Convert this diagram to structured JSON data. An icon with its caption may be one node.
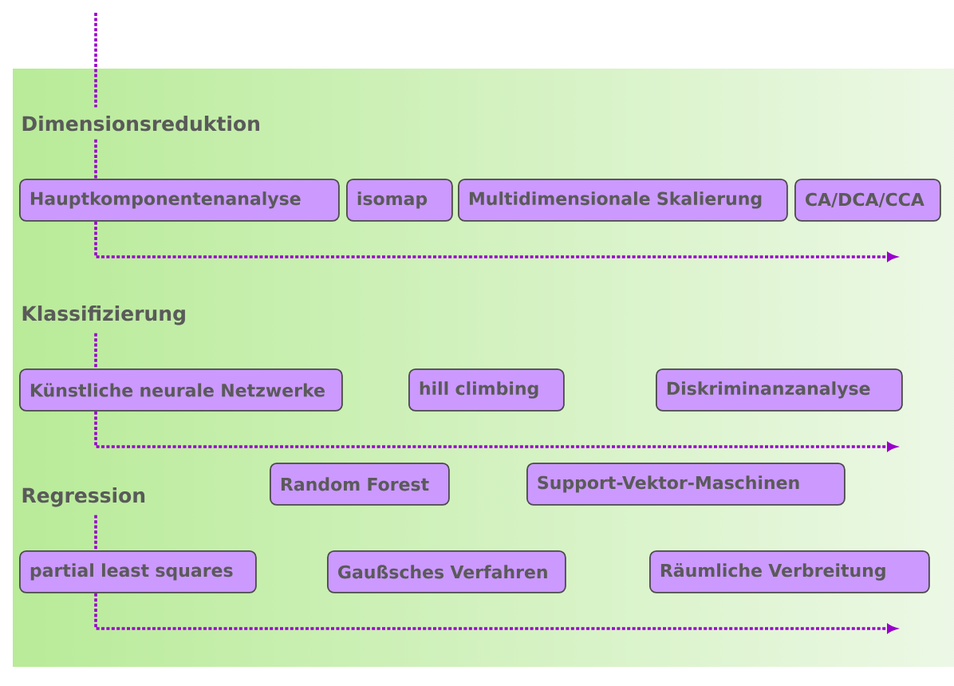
{
  "diagram": {
    "nodes": [
      {
        "text": [
          "Dimensionsreduktion"
        ]
      },
      {
        "text": [
          "Hauptkomponentenanalyse"
        ]
      },
      {
        "text": [
          "isomap"
        ]
      },
      {
        "text": [
          "Multidimensionale Skalierung"
        ]
      },
      {
        "text": [
          "CA/DCA/CCA"
        ]
      },
      {
        "text": [
          "Klassifizierung"
        ]
      },
      {
        "text": [
          "Künstliche neurale Netzwerke"
        ]
      },
      {
        "text": [
          "hill climbing"
        ]
      },
      {
        "text": [
          "Diskriminanzanalyse"
        ]
      },
      {
        "text": [
          "Random Forest"
        ]
      },
      {
        "text": [
          "Support-Vektor-Maschinen"
        ]
      },
      {
        "text": [
          "Regression"
        ]
      },
      {
        "text": [
          "partial least squares"
        ]
      },
      {
        "text": [
          "Gaußsches Verfahren"
        ]
      },
      {
        "text": [
          "Räumliche Verbreitung"
        ]
      }
    ],
    "edges": [
      {
        "from": null,
        "to": 0,
        "arrow": "none"
      },
      {
        "from": 0,
        "to": 1,
        "arrow": "none"
      },
      {
        "from": 1,
        "to": null,
        "arrow": "to"
      },
      {
        "from": 5,
        "to": 6,
        "arrow": "none"
      },
      {
        "from": 6,
        "to": null,
        "arrow": "to"
      },
      {
        "from": 11,
        "to": 12,
        "arrow": "none"
      },
      {
        "from": 12,
        "to": null,
        "arrow": "to"
      }
    ]
  }
}
